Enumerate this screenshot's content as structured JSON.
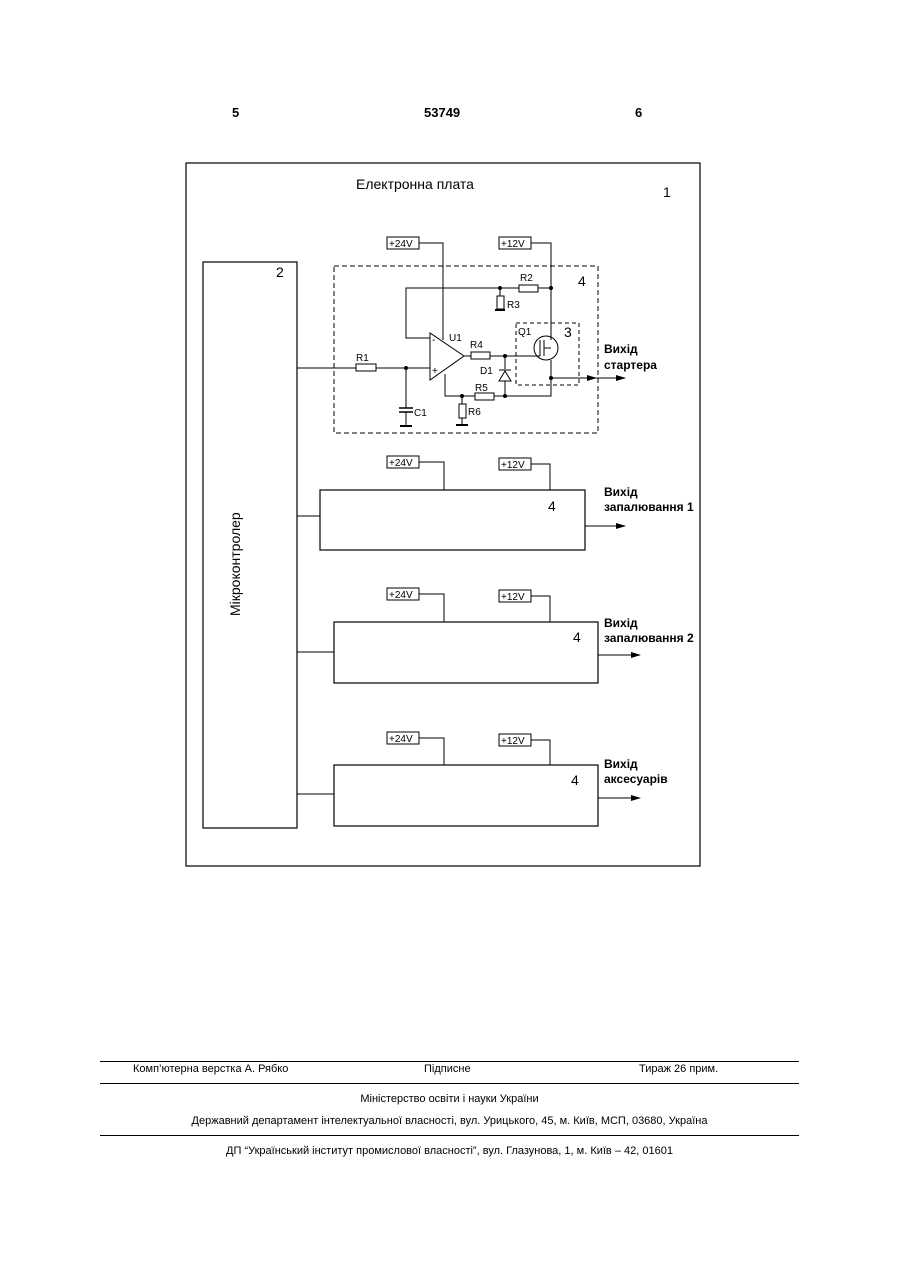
{
  "header": {
    "page_left": "5",
    "patent_number": "53749",
    "page_right": "6"
  },
  "diagram": {
    "board_label": "Електронна плата",
    "board_ref": "1",
    "mcu_label": "Мікроконтролер",
    "mcu_ref": "2",
    "switch_ref": "3",
    "block_ref": "4",
    "v24": "+24V",
    "v12": "+12V",
    "components": {
      "r1": "R1",
      "r2": "R2",
      "r3": "R3",
      "r4": "R4",
      "r5": "R5",
      "r6": "R6",
      "c1": "C1",
      "d1": "D1",
      "u1": "U1",
      "q1": "Q1",
      "minus": "-",
      "plus": "+"
    },
    "outputs": {
      "starter_1": "Вихід",
      "starter_2": "стартера",
      "ign1_1": "Вихід",
      "ign1_2": "запалювання 1",
      "ign2_1": "Вихід",
      "ign2_2": "запалювання 2",
      "acc_1": "Вихід",
      "acc_2": "аксесуарів"
    }
  },
  "footer": {
    "layout": "Комп’ютерна верстка А. Рябко",
    "signed": "Підписне",
    "circulation": "Тираж 26 прим.",
    "ministry": "Міністерство освіти і науки України",
    "department": "Державний департамент інтелектуальної власності, вул. Урицького, 45, м. Київ, МСП, 03680, Україна",
    "institute": "ДП “Український інститут промислової власності”, вул. Глазунова, 1, м. Київ – 42, 01601"
  }
}
